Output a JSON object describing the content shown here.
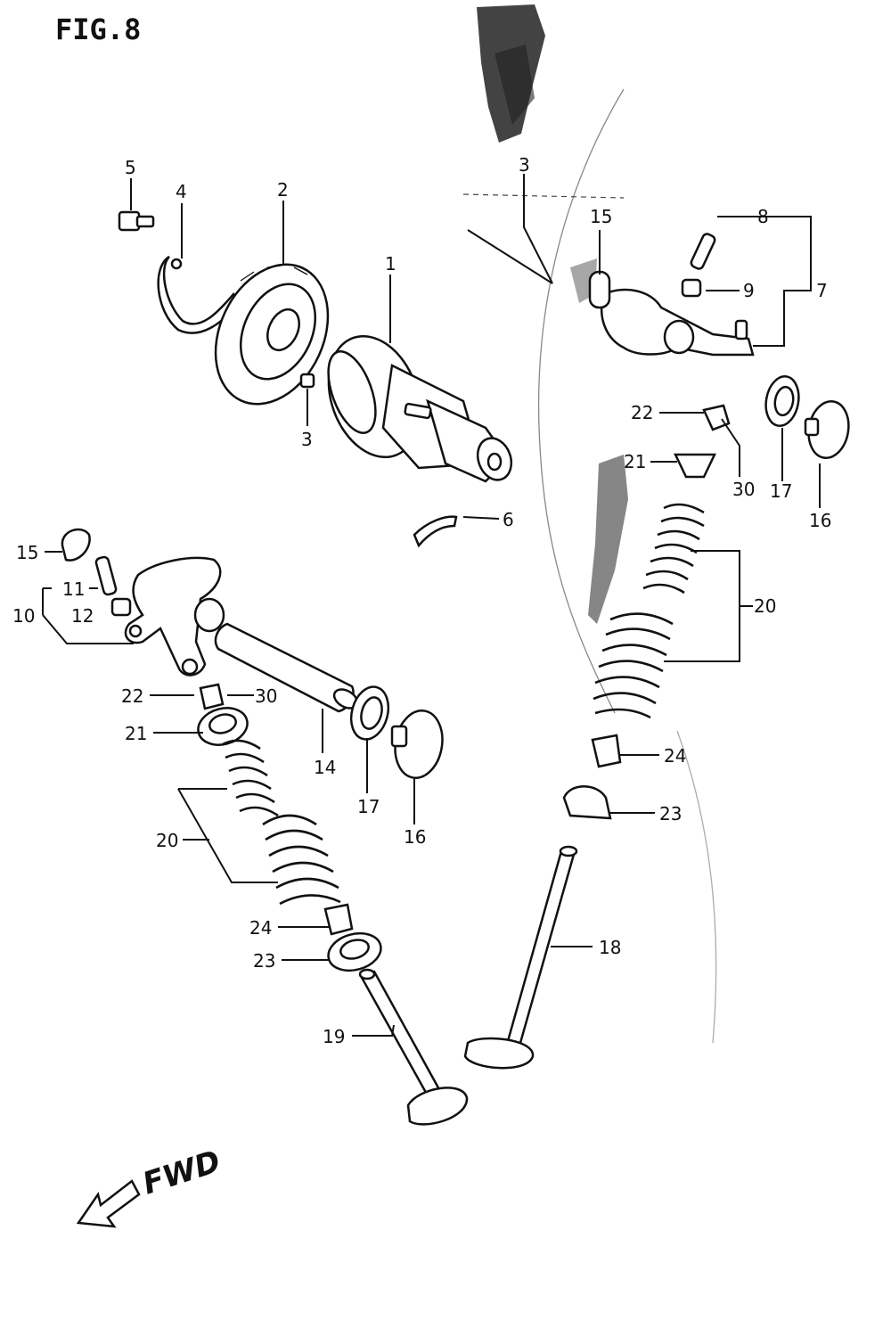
{
  "figure": {
    "title": "FIG.8",
    "direction_label": "FWD"
  },
  "callouts": {
    "c1": "1",
    "c2": "2",
    "c3a": "3",
    "c3b": "3",
    "c4": "4",
    "c5": "5",
    "c6": "6",
    "c7": "7",
    "c8": "8",
    "c9": "9",
    "c10": "10",
    "c11": "11",
    "c12": "12",
    "c14": "14",
    "c15a": "15",
    "c15b": "15",
    "c16a": "16",
    "c16b": "16",
    "c17a": "17",
    "c17b": "17",
    "c18": "18",
    "c19": "19",
    "c20a": "20",
    "c20b": "20",
    "c21a": "21",
    "c21b": "21",
    "c22a": "22",
    "c22b": "22",
    "c23a": "23",
    "c23b": "23",
    "c24a": "24",
    "c24b": "24",
    "c30a": "30",
    "c30b": "30"
  }
}
